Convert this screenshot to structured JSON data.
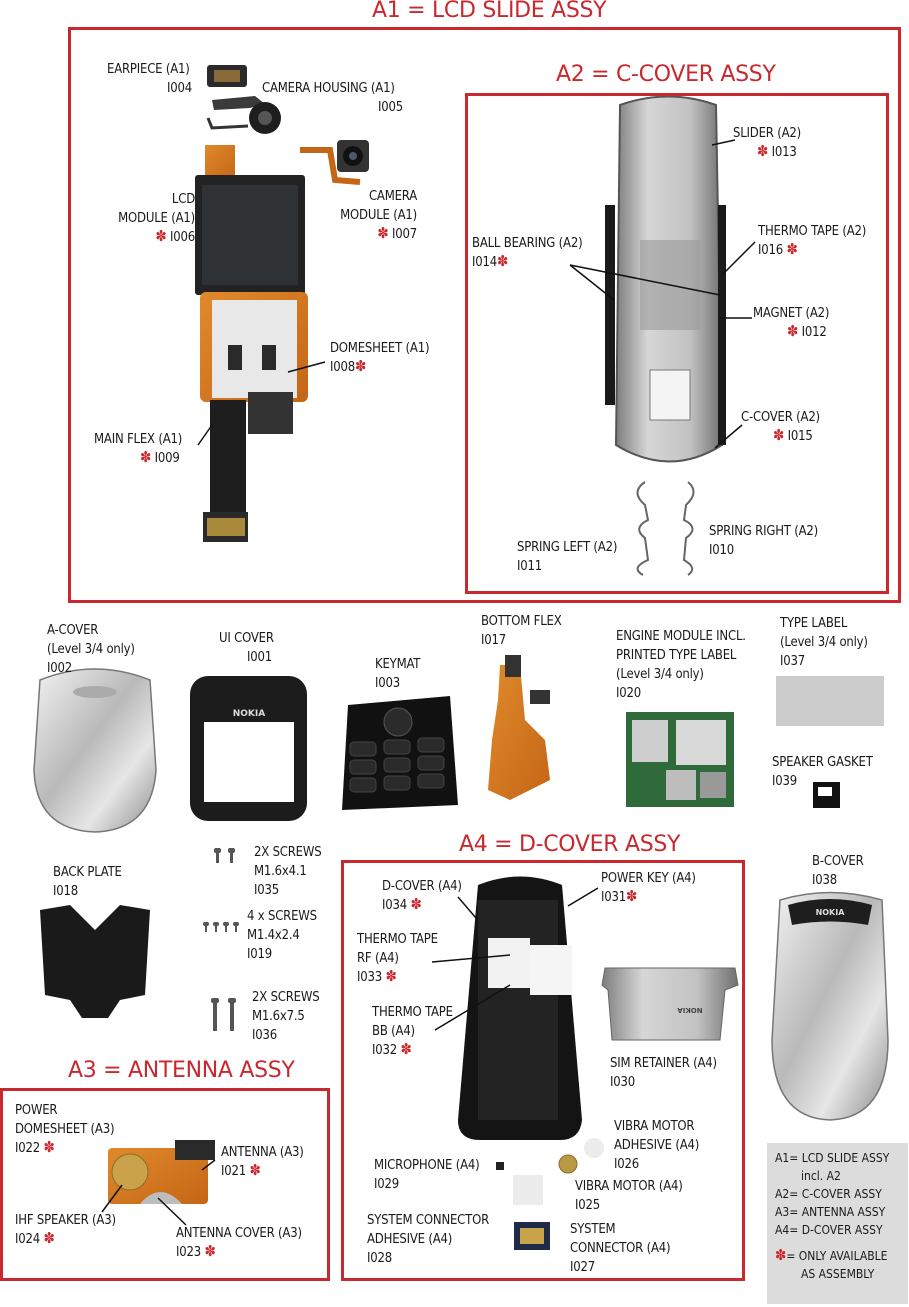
{
  "titles": {
    "a1": "A1 = LCD SLIDE ASSY",
    "a2": "A2 = C-COVER ASSY",
    "a3": "A3 = ANTENNA ASSY",
    "a4": "A4 = D-COVER ASSY"
  },
  "parts": {
    "earpiece": {
      "name": "EARPIECE (A1)",
      "code": "I004",
      "assembly_only": false
    },
    "camera_housing": {
      "name": "CAMERA HOUSING (A1)",
      "code": "I005",
      "assembly_only": false
    },
    "lcd_module": {
      "name1": "LCD",
      "name2": "MODULE (A1)",
      "code": "I006",
      "assembly_only": true
    },
    "camera_module": {
      "name1": "CAMERA",
      "name2": "MODULE (A1)",
      "code": "I007",
      "assembly_only": true
    },
    "domesheet": {
      "name": "DOMESHEET  (A1)",
      "code": "I008",
      "assembly_only": true
    },
    "main_flex": {
      "name": "MAIN FLEX (A1)",
      "code": "I009",
      "assembly_only": true
    },
    "slider": {
      "name": "SLIDER (A2)",
      "code": "I013",
      "assembly_only": true
    },
    "thermo_tape_a2": {
      "name": "THERMO TAPE  (A2)",
      "code": "I016",
      "assembly_only": true
    },
    "ball_bearing": {
      "name": "BALL BEARING  (A2)",
      "code": "I014",
      "assembly_only": true
    },
    "magnet": {
      "name": "MAGNET (A2)",
      "code": "I012",
      "assembly_only": true
    },
    "c_cover": {
      "name": "C-COVER (A2)",
      "code": "I015",
      "assembly_only": true
    },
    "spring_left": {
      "name": "SPRING LEFT (A2)",
      "code": "I011",
      "assembly_only": false
    },
    "spring_right": {
      "name": "SPRING RIGHT (A2)",
      "code": "I010",
      "assembly_only": false
    },
    "a_cover": {
      "name": "A-COVER",
      "note": "(Level 3/4 only)",
      "code": "I002"
    },
    "ui_cover": {
      "name": "UI COVER",
      "code": "I001",
      "brand": "NOKIA"
    },
    "keymat": {
      "name": "KEYMAT",
      "code": "I003"
    },
    "bottom_flex": {
      "name": "BOTTOM FLEX",
      "code": "I017"
    },
    "engine_module": {
      "name1": "ENGINE MODULE INCL.",
      "name2": "PRINTED TYPE LABEL",
      "note": "(Level 3/4 only)",
      "code": "I020"
    },
    "type_label": {
      "name": "TYPE LABEL",
      "note": "(Level 3/4 only)",
      "code": "I037"
    },
    "speaker_gasket": {
      "name": "SPEAKER GASKET",
      "code": "I039"
    },
    "back_plate": {
      "name": "BACK PLATE",
      "code": "I018"
    },
    "screws_35": {
      "name1": "2X SCREWS",
      "name2": "M1.6x4.1",
      "code": "I035"
    },
    "screws_19": {
      "name1": "4 x SCREWS",
      "name2": "M1.4x2.4",
      "code": "I019"
    },
    "screws_36": {
      "name1": "2X SCREWS",
      "name2": "M1.6x7.5",
      "code": "I036"
    },
    "b_cover": {
      "name": "B-COVER",
      "code": "I038",
      "brand": "NOKIA"
    },
    "d_cover": {
      "name": "D-COVER (A4)",
      "code": "I034",
      "assembly_only": true
    },
    "power_key": {
      "name": "POWER KEY (A4)",
      "code": "I031",
      "assembly_only": true
    },
    "thermo_rf": {
      "name1": "THERMO TAPE",
      "name2": "RF (A4)",
      "code": "I033",
      "assembly_only": true
    },
    "thermo_bb": {
      "name1": "THERMO TAPE",
      "name2": "BB (A4)",
      "code": "I032",
      "assembly_only": true
    },
    "sim_retainer": {
      "name": "SIM RETAINER (A4)",
      "code": "I030",
      "brand": "NOKIA"
    },
    "vibra_adhesive": {
      "name1": "VIBRA MOTOR",
      "name2": "ADHESIVE (A4)",
      "code": "I026"
    },
    "microphone": {
      "name": "MICROPHONE (A4)",
      "code": "I029"
    },
    "vibra_motor": {
      "name": "VIBRA MOTOR (A4)",
      "code": "I025"
    },
    "sys_conn_adhesive": {
      "name1": "SYSTEM CONNECTOR",
      "name2": "ADHESIVE (A4)",
      "code": "I028"
    },
    "system_connector": {
      "name1": "SYSTEM",
      "name2": "CONNECTOR (A4)",
      "code": "I027"
    },
    "power_domesheet": {
      "name1": "POWER",
      "name2": "DOMESHEET (A3)",
      "code": "I022",
      "assembly_only": true
    },
    "antenna": {
      "name": "ANTENNA (A3)",
      "code": "I021",
      "assembly_only": true
    },
    "ihf_speaker": {
      "name": "IHF SPEAKER (A3)",
      "code": "I024",
      "assembly_only": true
    },
    "antenna_cover": {
      "name": "ANTENNA COVER (A3)",
      "code": "I023",
      "assembly_only": true
    }
  },
  "legend": {
    "line1": "A1= LCD SLIDE ASSY",
    "line1b": "incl. A2",
    "line2": "A2= C-COVER ASSY",
    "line3": "A3= ANTENNA ASSY",
    "line4": "A4= D-COVER ASSY",
    "note1": "= ONLY AVAILABLE",
    "note2": "AS ASSEMBLY"
  },
  "colors": {
    "accent": "#c8282e",
    "legend_bg": "#dcdcdc"
  }
}
